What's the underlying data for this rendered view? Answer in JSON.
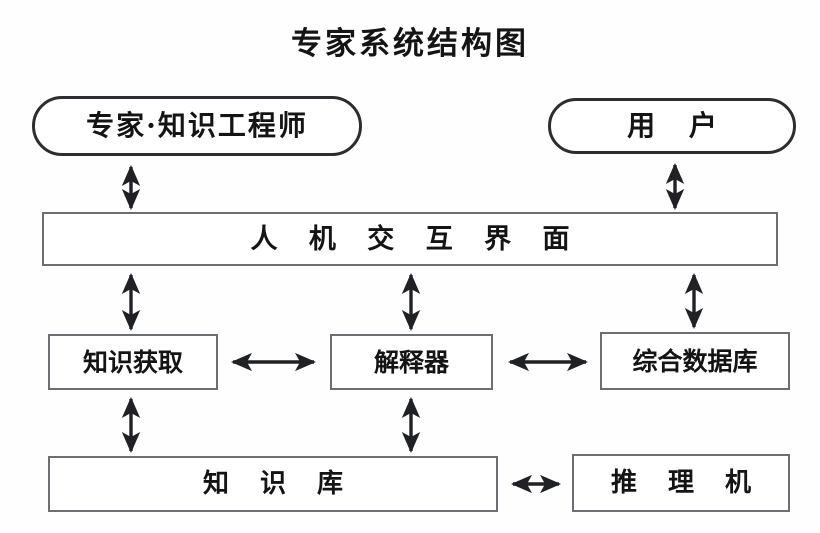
{
  "diagram": {
    "title": "专家系统结构图",
    "type": "block-diagram",
    "background_color": "#fefefe",
    "stroke_color": "#55585c",
    "text_color": "#141414",
    "nodes": [
      {
        "id": "expert",
        "label": "专家·知识工程师",
        "shape": "stadium",
        "role": "actor"
      },
      {
        "id": "user",
        "label": "用 户",
        "shape": "stadium",
        "role": "actor"
      },
      {
        "id": "interface",
        "label": "人 机 交 互 界 面",
        "shape": "rectangle",
        "role": "layer"
      },
      {
        "id": "acquire",
        "label": "知识获取",
        "shape": "rectangle",
        "role": "module"
      },
      {
        "id": "interp",
        "label": "解释器",
        "shape": "rectangle",
        "role": "module"
      },
      {
        "id": "database",
        "label": "综合数据库",
        "shape": "rectangle",
        "role": "module"
      },
      {
        "id": "kbase",
        "label": "知 识 库",
        "shape": "rectangle",
        "role": "module"
      },
      {
        "id": "infer",
        "label": "推 理 机",
        "shape": "rectangle",
        "role": "module"
      }
    ],
    "edges": [
      {
        "from": "expert",
        "to": "interface",
        "direction": "bidirectional",
        "orientation": "vertical"
      },
      {
        "from": "user",
        "to": "interface",
        "direction": "bidirectional",
        "orientation": "vertical"
      },
      {
        "from": "interface",
        "to": "acquire",
        "direction": "bidirectional",
        "orientation": "vertical"
      },
      {
        "from": "interface",
        "to": "interp",
        "direction": "bidirectional",
        "orientation": "vertical"
      },
      {
        "from": "interface",
        "to": "database",
        "direction": "bidirectional",
        "orientation": "vertical"
      },
      {
        "from": "acquire",
        "to": "interp",
        "direction": "bidirectional",
        "orientation": "horizontal"
      },
      {
        "from": "interp",
        "to": "database",
        "direction": "bidirectional",
        "orientation": "horizontal"
      },
      {
        "from": "acquire",
        "to": "kbase",
        "direction": "bidirectional",
        "orientation": "vertical"
      },
      {
        "from": "interp",
        "to": "kbase",
        "direction": "bidirectional",
        "orientation": "vertical"
      },
      {
        "from": "kbase",
        "to": "infer",
        "direction": "bidirectional",
        "orientation": "horizontal"
      }
    ]
  }
}
